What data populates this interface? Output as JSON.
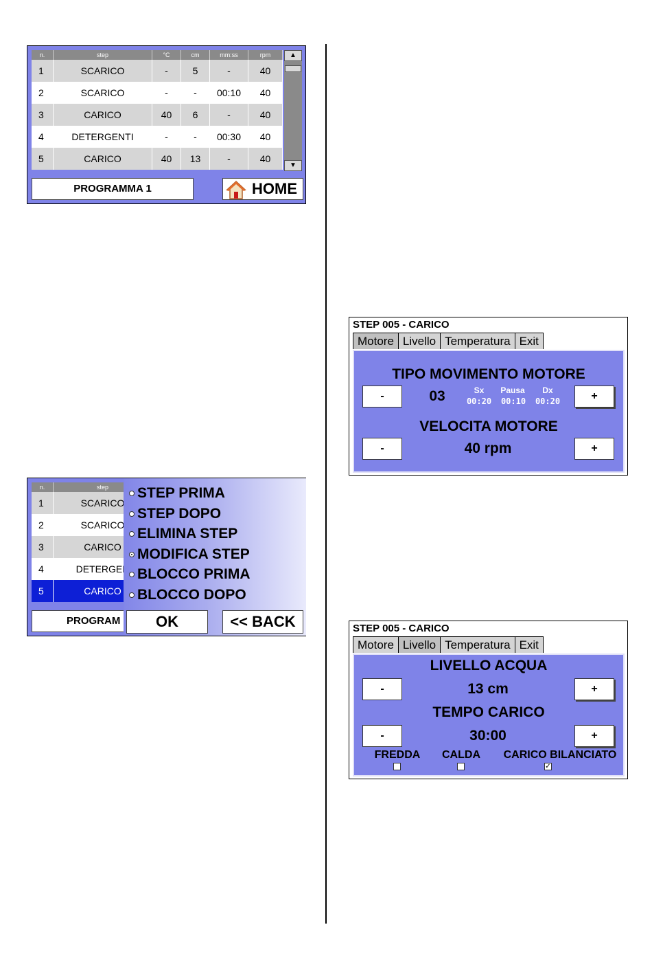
{
  "table": {
    "headers": [
      "n.",
      "step",
      "°C",
      "cm",
      "mm:ss",
      "rpm"
    ],
    "rows": [
      {
        "n": "1",
        "step": "SCARICO",
        "temp": "-",
        "cm": "5",
        "time": "-",
        "rpm": "40"
      },
      {
        "n": "2",
        "step": "SCARICO",
        "temp": "-",
        "cm": "-",
        "time": "00:10",
        "rpm": "40"
      },
      {
        "n": "3",
        "step": "CARICO",
        "temp": "40",
        "cm": "6",
        "time": "-",
        "rpm": "40"
      },
      {
        "n": "4",
        "step": "DETERGENTI",
        "temp": "-",
        "cm": "-",
        "time": "00:30",
        "rpm": "40"
      },
      {
        "n": "5",
        "step": "CARICO",
        "temp": "40",
        "cm": "13",
        "time": "-",
        "rpm": "40"
      }
    ],
    "scroll_up": "▲",
    "scroll_down": "▼"
  },
  "screen1": {
    "program_label": "PROGRAMMA 1",
    "home_label": "HOME"
  },
  "screen2": {
    "rows": [
      {
        "n": "1",
        "step": "SCARICO"
      },
      {
        "n": "2",
        "step": "SCARICO"
      },
      {
        "n": "3",
        "step": "CARICO"
      },
      {
        "n": "4",
        "step": "DETERGEN"
      },
      {
        "n": "5",
        "step": "CARICO"
      }
    ],
    "headers": [
      "n.",
      "step"
    ],
    "program_label": "PROGRAM",
    "menu": [
      {
        "label": "STEP PRIMA",
        "selected": false
      },
      {
        "label": "STEP DOPO",
        "selected": false
      },
      {
        "label": "ELIMINA STEP",
        "selected": false
      },
      {
        "label": "MODIFICA STEP",
        "selected": true
      },
      {
        "label": "BLOCCO PRIMA",
        "selected": false
      },
      {
        "label": "BLOCCO DOPO",
        "selected": false
      }
    ],
    "ok_label": "OK",
    "back_label": "<<  BACK"
  },
  "tabs": [
    "Motore",
    "Livello",
    "Temperatura",
    "Exit"
  ],
  "screen3": {
    "title": "STEP 005 - CARICO",
    "active_tab": "Motore",
    "movement_heading": "TIPO MOVIMENTO MOTORE",
    "movement_value": "03",
    "sx_label": "Sx",
    "pausa_label": "Pausa",
    "dx_label": "Dx",
    "sx_value": "00:20",
    "pausa_value": "00:10",
    "dx_value": "00:20",
    "speed_heading": "VELOCITA MOTORE",
    "speed_value": "40 rpm",
    "minus": "-",
    "plus": "+"
  },
  "screen4": {
    "title": "STEP 005 - CARICO",
    "active_tab": "Livello",
    "level_heading": "LIVELLO ACQUA",
    "level_value": "13 cm",
    "time_heading": "TEMPO CARICO",
    "time_value": "30:00",
    "minus": "-",
    "plus": "+",
    "checks": [
      {
        "label": "FREDDA",
        "checked": false
      },
      {
        "label": "CALDA",
        "checked": false
      },
      {
        "label": "CARICO BILANCIATO",
        "checked": true
      }
    ],
    "check_mark": "✓"
  }
}
